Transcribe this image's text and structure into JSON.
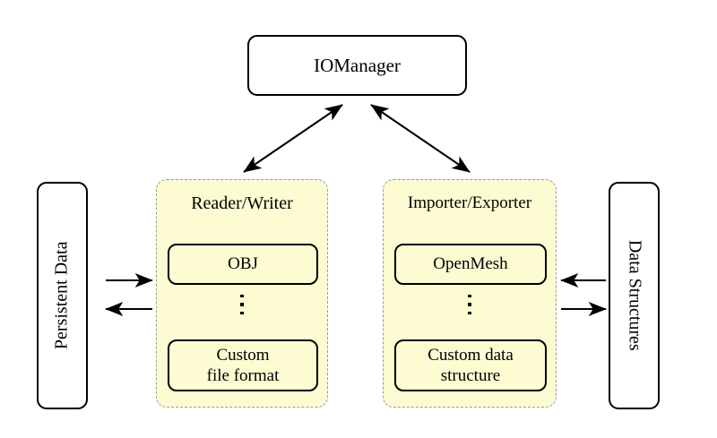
{
  "diagram": {
    "title_node": {
      "label": "IOManager"
    },
    "side_nodes": [
      {
        "name": "persistent-data",
        "label": "Persistent Data"
      },
      {
        "name": "data-structures",
        "label": "Data Structures"
      }
    ],
    "groups": [
      {
        "name": "reader-writer",
        "title": "Reader/Writer",
        "items": [
          {
            "label": "OBJ"
          },
          {
            "label": "Custom\nfile format"
          }
        ],
        "ellipsis": "⋮"
      },
      {
        "name": "importer-exporter",
        "title": "Importer/Exporter",
        "items": [
          {
            "label": "OpenMesh"
          },
          {
            "label": "Custom data\nstructure"
          }
        ],
        "ellipsis": "⋮"
      }
    ],
    "connections": [
      {
        "name": "iomanager-readerwriter",
        "type": "double-arrow"
      },
      {
        "name": "iomanager-importerexporter",
        "type": "double-arrow"
      },
      {
        "name": "persistentdata-to-readerwriter",
        "type": "arrow-right"
      },
      {
        "name": "readerwriter-to-persistentdata",
        "type": "arrow-left"
      },
      {
        "name": "datastructures-to-importerexporter",
        "type": "arrow-left"
      },
      {
        "name": "importerexporter-to-datastructures",
        "type": "arrow-right"
      }
    ],
    "colors": {
      "group_fill": "#fcfbd2",
      "group_border": "#9a9a9a",
      "node_border": "#000000",
      "background": "#ffffff"
    }
  }
}
